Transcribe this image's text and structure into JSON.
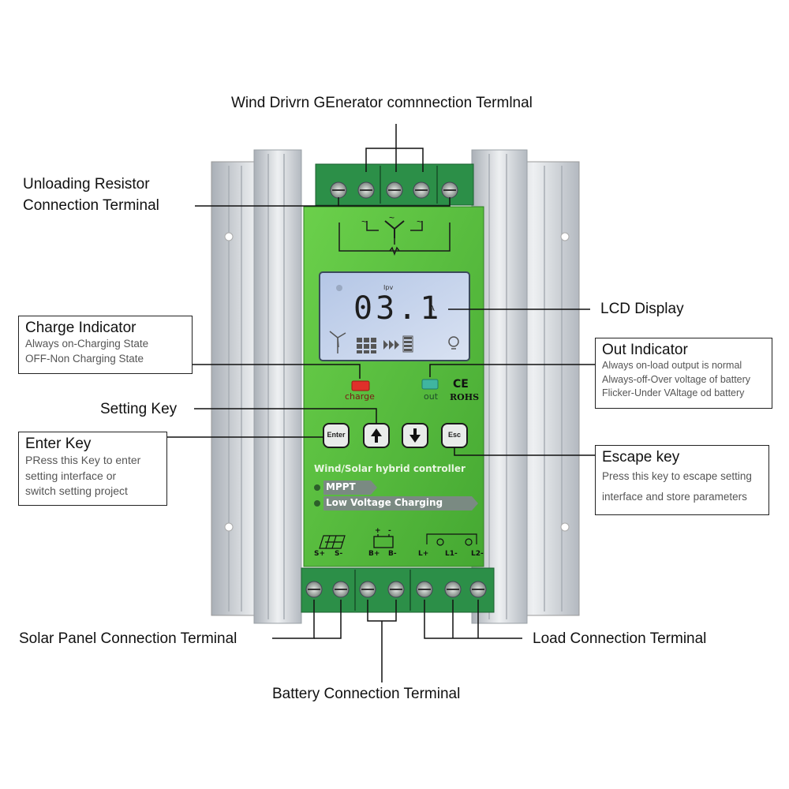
{
  "colors": {
    "panel_green": "#57c43c",
    "panel_dark": "#3d9b2a",
    "terminal_green": "#2f9a4f",
    "aluminium": "#cfd3d8",
    "lcd_blue": "#c4d4ec",
    "charge_led": "#e0302a",
    "out_led": "#3fb5a0",
    "badge_gray": "#7a8a82"
  },
  "callouts": {
    "wind_terminal": "Wind  Drivrn GEnerator comnnection Termlnal",
    "unloading_line1": "Unloading Resistor",
    "unloading_line2": "Connection Terminal",
    "lcd_display": "LCD Display",
    "charge_indicator": {
      "title": "Charge Indicator",
      "line1": "Always on-Charging State",
      "line2": "OFF-Non Charging State"
    },
    "out_indicator": {
      "title": "Out Indicator",
      "line1": "Always on-load output is normal",
      "line2": "Always-off-Over voltage of battery",
      "line3": "Flicker-Under VAltage od battery"
    },
    "setting_key": "Setting Key",
    "enter_key": {
      "title": "Enter Key",
      "line1": "PRess this Key to enter",
      "line2": "setting interface or",
      "line3": "switch setting project"
    },
    "escape_key": {
      "title": "Escape key",
      "line1": "Press this key to escape setting",
      "line2": "interface and store parameters"
    },
    "solar_terminal": "Solar Panel Connection Terminal",
    "load_terminal": "Load Connection Terminal",
    "battery_terminal": "Battery Connection Terminal"
  },
  "device": {
    "lcd_reading": "03.1",
    "lcd_unit": "A",
    "lcd_small": "Ipv",
    "charge_label": "charge",
    "out_label": "out",
    "ce_mark": "CE",
    "rohs": "ROHS",
    "keys": {
      "enter": "Enter",
      "esc": "Esc"
    },
    "title": "Wind/Solar hybrid controller",
    "badge1": "MPPT",
    "badge2": "Low Voltage Charging",
    "terminal_labels": {
      "s_plus": "S+",
      "s_minus": "S-",
      "b_plus": "B+",
      "b_minus": "B-",
      "l_plus": "L+",
      "l1_minus": "L1-",
      "l2_minus": "L2-",
      "plus": "+",
      "minus": "-"
    }
  }
}
